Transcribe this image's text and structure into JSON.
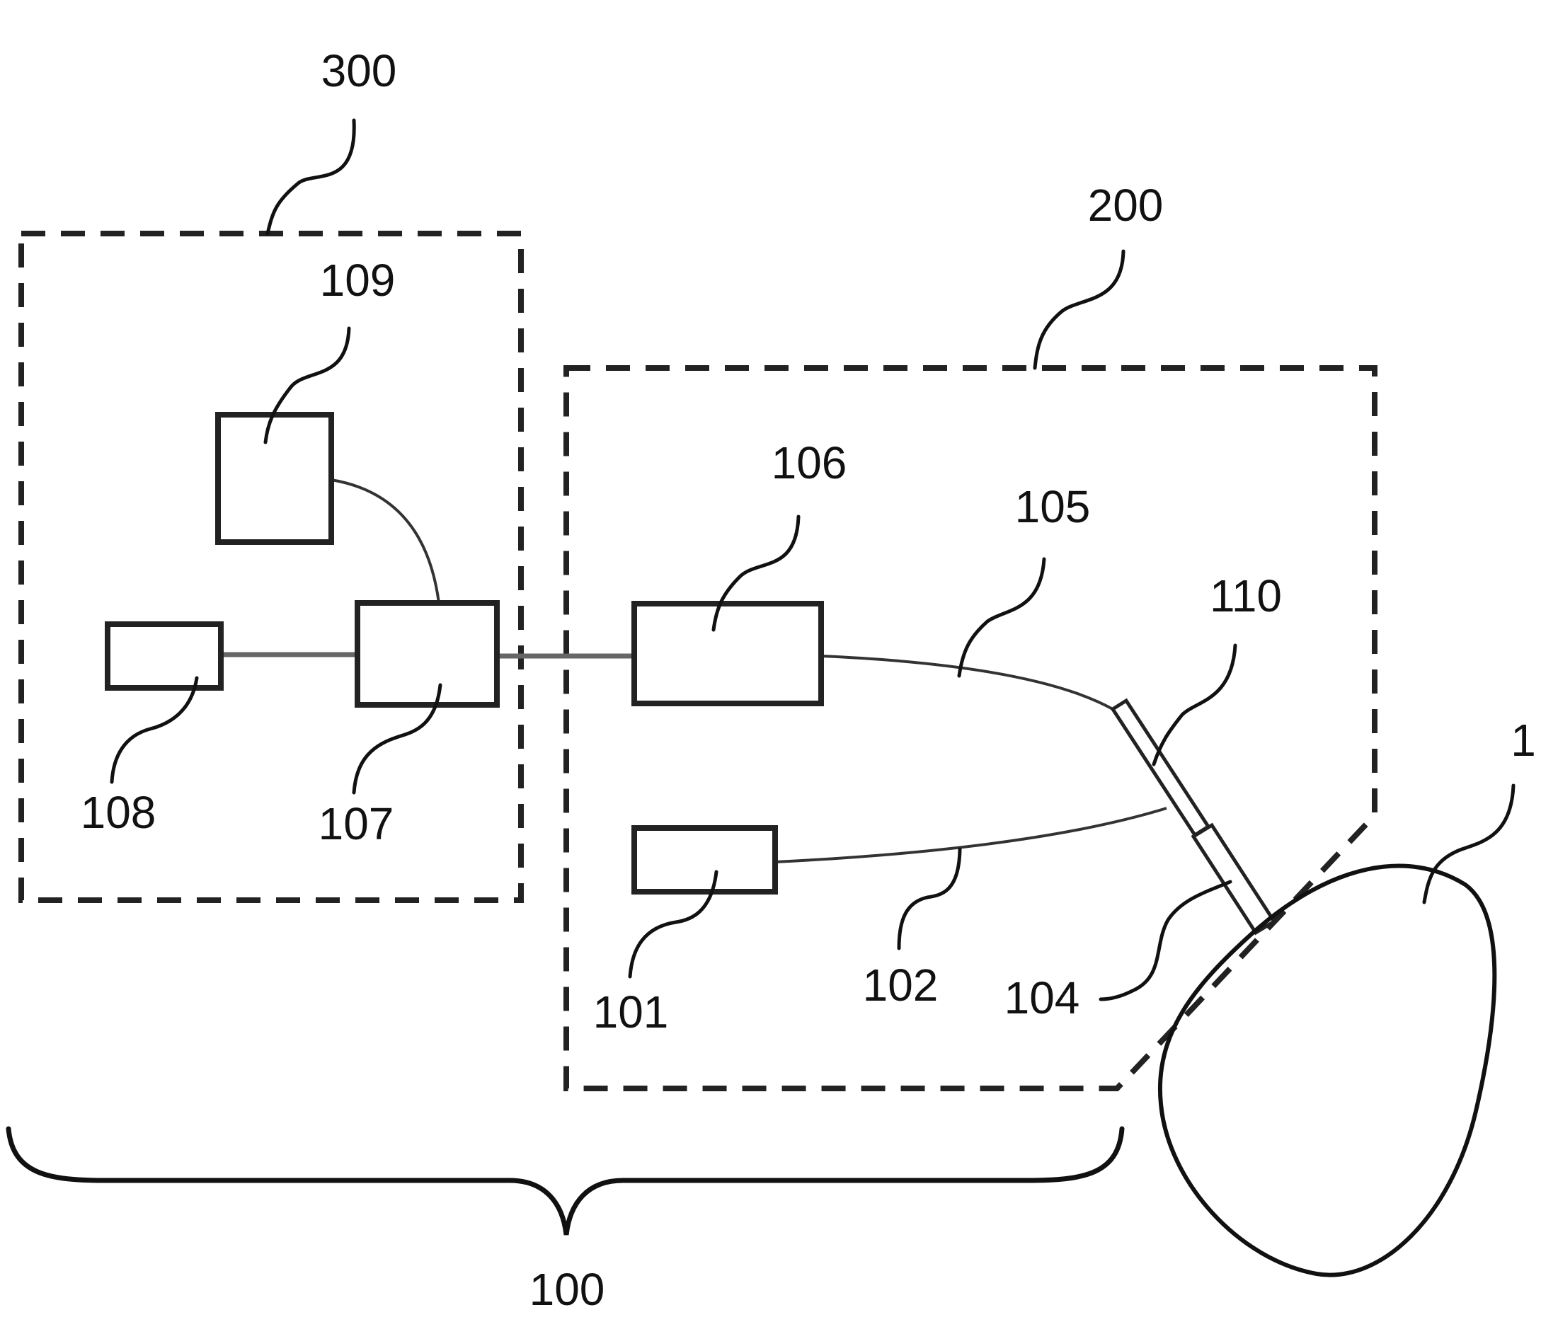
{
  "labels": {
    "l300": "300",
    "l200": "200",
    "l109": "109",
    "l106": "106",
    "l105": "105",
    "l110": "110",
    "l1": "1",
    "l108": "108",
    "l107": "107",
    "l101": "101",
    "l102": "102",
    "l104": "104",
    "l100": "100"
  }
}
